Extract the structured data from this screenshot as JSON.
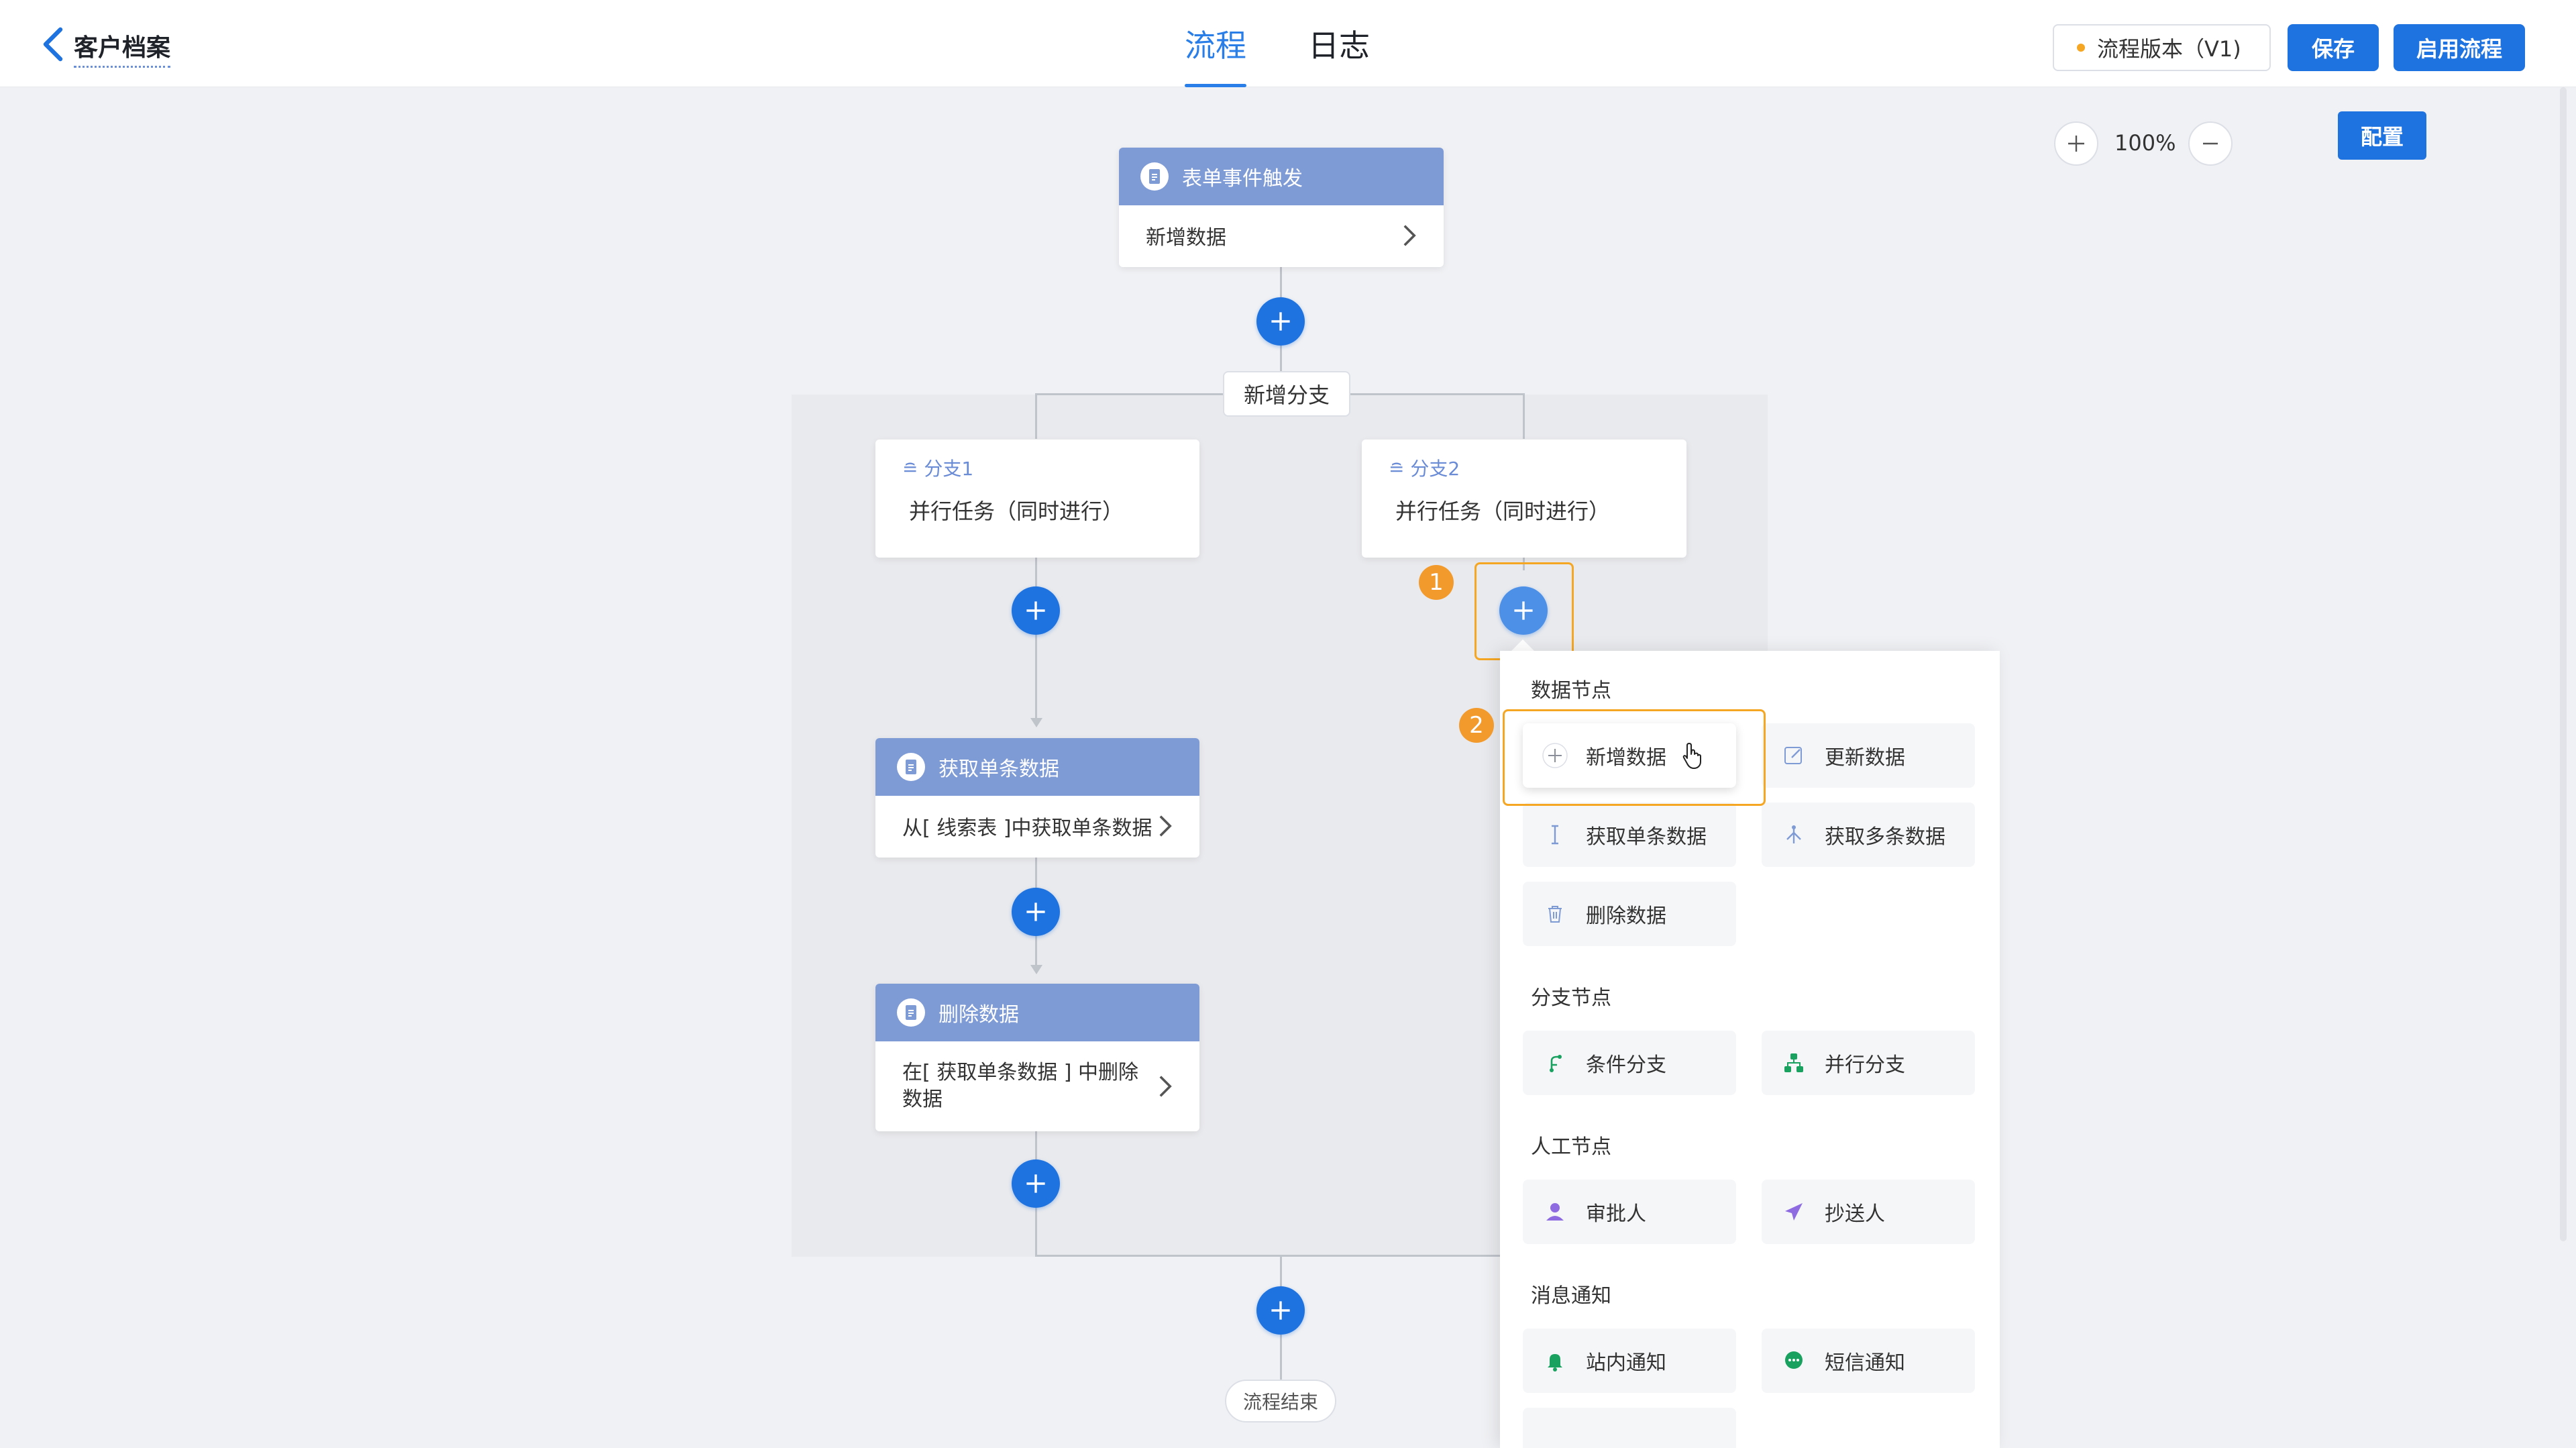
{
  "header": {
    "title": "客户档案",
    "tabs": [
      "流程",
      "日志"
    ],
    "version_label": "流程版本（V1)",
    "save_label": "保存",
    "enable_label": "启用流程"
  },
  "toolbar": {
    "zoom_level": "100%",
    "config_label": "配置"
  },
  "flow": {
    "trigger": {
      "title": "表单事件触发",
      "body": "新增数据"
    },
    "add_branch_label": "新增分支",
    "branches": [
      {
        "name": "分支1",
        "desc": "并行任务（同时进行）"
      },
      {
        "name": "分支2",
        "desc": "并行任务（同时进行）"
      }
    ],
    "node_get": {
      "title": "获取单条数据",
      "body": "从[ 线索表 ]中获取单条数据"
    },
    "node_delete": {
      "title": "删除数据",
      "body": "在[ 获取单条数据 ] 中删除数据"
    },
    "end_label": "流程结束"
  },
  "annotations": {
    "step1": "1",
    "step2": "2"
  },
  "popup": {
    "sections": {
      "data": "数据节点",
      "branch": "分支节点",
      "manual": "人工节点",
      "message": "消息通知"
    },
    "items": {
      "add_data": "新增数据",
      "update_data": "更新数据",
      "get_single": "获取单条数据",
      "get_multi": "获取多条数据",
      "delete_data": "删除数据",
      "cond_branch": "条件分支",
      "parallel_branch": "并行分支",
      "approver": "审批人",
      "cc": "抄送人",
      "site_notice": "站内通知",
      "sms_notice": "短信通知"
    }
  },
  "colors": {
    "primary": "#1f73e0",
    "node_header": "#7f9bd6",
    "highlight": "#f5a623"
  }
}
